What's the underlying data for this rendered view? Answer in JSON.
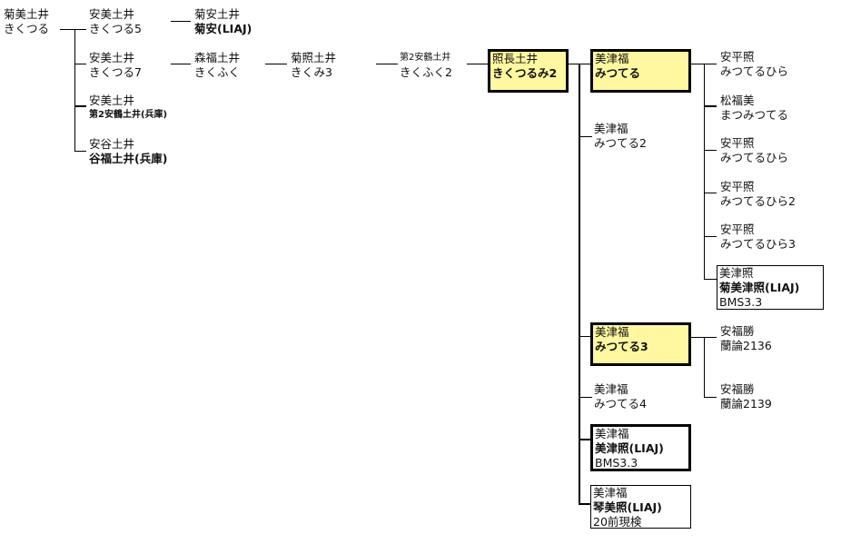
{
  "nodes": {
    "root": {
      "l1": "菊美土井",
      "l2": "きくつる"
    },
    "s1": {
      "l1": "安美土井",
      "l2": "きくつる5"
    },
    "s2": {
      "l1": "安美土井",
      "l2": "きくつる7"
    },
    "s3": {
      "l1": "安美土井",
      "l2": "第2安鶴土井(兵庫)"
    },
    "s4": {
      "l1": "安谷土井",
      "l2": "谷福土井(兵庫)"
    },
    "g1": {
      "l1": "菊安土井",
      "l2": "菊安(LIAJ)"
    },
    "g2": {
      "l1": "森福土井",
      "l2": "きくふく"
    },
    "g3": {
      "l1": "菊照土井",
      "l2": "きくみ3"
    },
    "g4": {
      "l1": "第2安鶴土井",
      "l2": "きくふく2"
    },
    "g5": {
      "l1": "照長土井",
      "l2": "きくつるみ2"
    },
    "m1": {
      "l1": "美津福",
      "l2": "みつてる"
    },
    "m2": {
      "l1": "美津福",
      "l2": "みつてる2"
    },
    "m3": {
      "l1": "美津福",
      "l2": "みつてる3"
    },
    "m4": {
      "l1": "美津福",
      "l2": "みつてる4"
    },
    "m5": {
      "l1": "美津福",
      "l2": "美津照(LIAJ)",
      "l3": "BMS3.3"
    },
    "m6": {
      "l1": "美津福",
      "l2": "琴美照(LIAJ)",
      "l3": "20前現検"
    },
    "c1": {
      "l1": "安平照",
      "l2": "みつてるひら"
    },
    "c2": {
      "l1": "松福美",
      "l2": "まつみつてる"
    },
    "c3": {
      "l1": "安平照",
      "l2": "みつてるひら"
    },
    "c4": {
      "l1": "安平照",
      "l2": "みつてるひら2"
    },
    "c5": {
      "l1": "安平照",
      "l2": "みつてるひら3"
    },
    "c6": {
      "l1": "美津照",
      "l2": "菊美津照(LIAJ)",
      "l3": "BMS3.3"
    },
    "d1": {
      "l1": "安福勝",
      "l2": "蘭論2136"
    },
    "d2": {
      "l1": "安福勝",
      "l2": "蘭論2139"
    }
  },
  "colors": {
    "highlight": "#fff8a0",
    "line": "#000000"
  }
}
